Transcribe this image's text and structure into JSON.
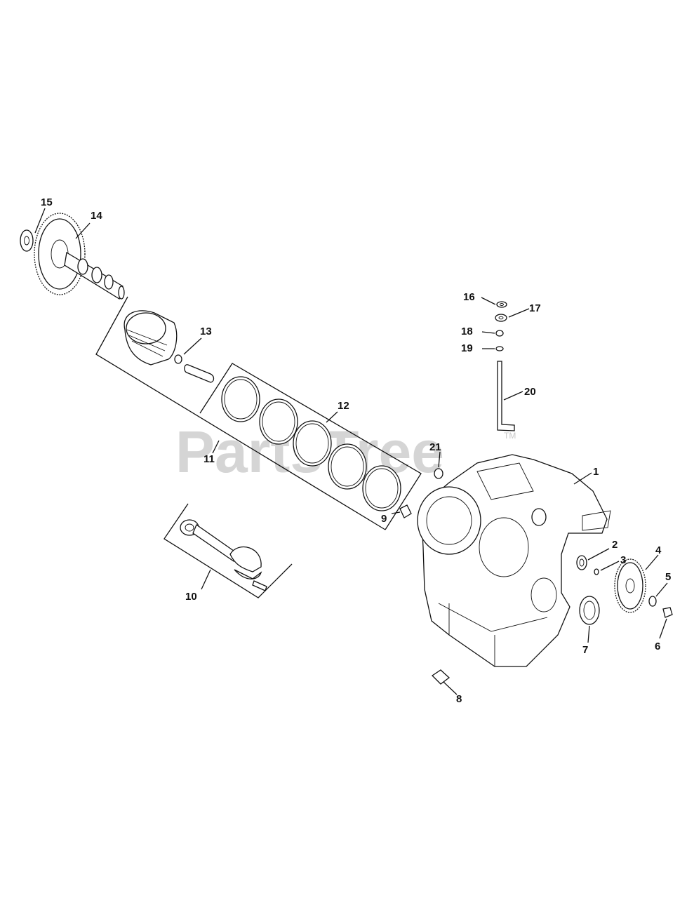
{
  "watermark": {
    "text": "PartsTree",
    "trademark": "TM"
  },
  "callouts": {
    "c1": "1",
    "c2": "2",
    "c3": "3",
    "c4": "4",
    "c5": "5",
    "c6": "6",
    "c7": "7",
    "c8": "8",
    "c9": "9",
    "c10": "10",
    "c11": "11",
    "c12": "12",
    "c13": "13",
    "c14": "14",
    "c15": "15",
    "c16": "16",
    "c17": "17",
    "c18": "18",
    "c19": "19",
    "c20": "20",
    "c21": "21"
  },
  "colors": {
    "ink": "#111111",
    "watermark": "#c8c8c8",
    "background": "#ffffff"
  }
}
